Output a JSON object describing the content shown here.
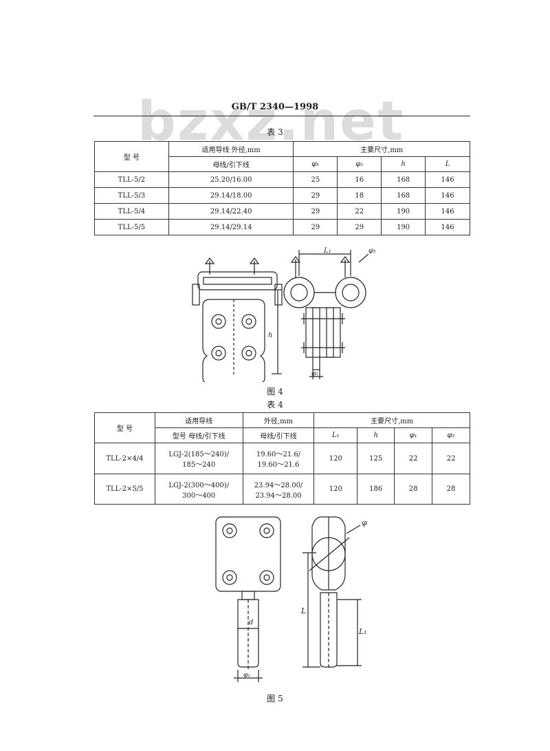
{
  "watermark": "bzxz.net",
  "header": {
    "standard": "GB/T 2340—1998"
  },
  "table3": {
    "caption": "表 3",
    "head": {
      "model": "型  号",
      "conductor": "适用导线   外径,mm",
      "conductor_sub": "母线/引下线",
      "dims": "主要尺寸,mm",
      "phi1": "φ₁",
      "phi2": "φ₂",
      "h": "h",
      "L": "L"
    },
    "rows": [
      {
        "model": "TLL-5/2",
        "od": "25.20/16.00",
        "phi1": "25",
        "phi2": "16",
        "h": "168",
        "L": "146"
      },
      {
        "model": "TLL-5/3",
        "od": "29.14/18.00",
        "phi1": "29",
        "phi2": "18",
        "h": "168",
        "L": "146"
      },
      {
        "model": "TLL-5/4",
        "od": "29.14/22.40",
        "phi1": "29",
        "phi2": "22",
        "h": "190",
        "L": "146"
      },
      {
        "model": "TLL-5/5",
        "od": "29.14/29.14",
        "phi1": "29",
        "phi2": "29",
        "h": "190",
        "L": "146"
      }
    ]
  },
  "figure4": {
    "caption": "图 4",
    "labels": {
      "L1": "L₁",
      "phi1": "φ₁",
      "h": "h",
      "phi2": "φ₂"
    }
  },
  "table4": {
    "caption": "表 4",
    "head": {
      "model": "型  号",
      "conductor": "适用导线",
      "od": "外径,mm",
      "dims": "主要尺寸,mm",
      "type_sub": "型号   母线/引下线",
      "od_sub": "母线/引下线",
      "L1": "L₁",
      "h": "h",
      "phi1": "φ₁",
      "phi2": "φ₂"
    },
    "rows": [
      {
        "model": "TLL-2×4/4",
        "type_line1": "LGJ-2(185～240)/",
        "type_line2": "185～240",
        "od_line1": "19.60～21.6/",
        "od_line2": "19.60～21.6",
        "L1": "120",
        "h": "125",
        "phi1": "22",
        "phi2": "22"
      },
      {
        "model": "TLL-2×5/5",
        "type_line1": "LGJ-2(300～400)/",
        "type_line2": "300～400",
        "od_line1": "23.94～28.00/",
        "od_line2": "23.94～28.00",
        "L1": "120",
        "h": "186",
        "phi1": "28",
        "phi2": "28"
      }
    ]
  },
  "figure5": {
    "caption": "图 5",
    "labels": {
      "phi": "φ",
      "L": "L",
      "L1": "L₁",
      "d": "d",
      "phi2": "φ₂"
    }
  }
}
